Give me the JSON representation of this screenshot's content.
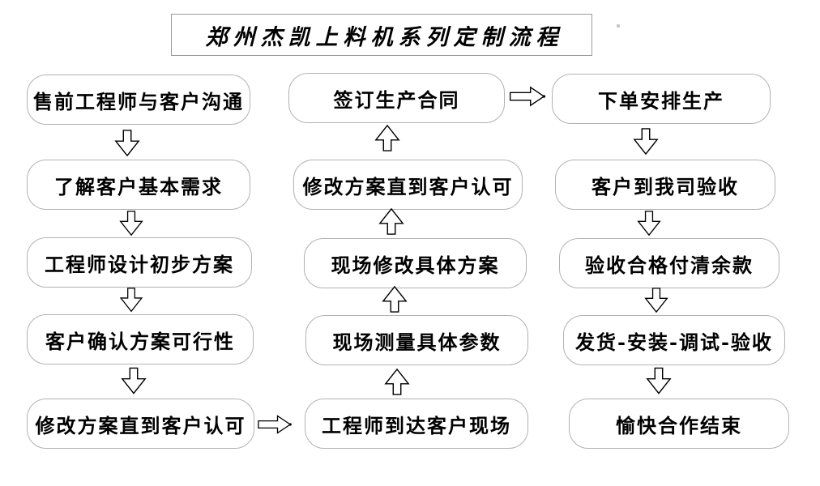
{
  "title": {
    "text": "郑州杰凯上料机系列定制流程"
  },
  "flow": {
    "left_column": [
      {
        "label": "售前工程师与客户沟通"
      },
      {
        "label": "了解客户基本需求"
      },
      {
        "label": "工程师设计初步方案"
      },
      {
        "label": "客户确认方案可行性"
      },
      {
        "label": "修改方案直到客户认可"
      }
    ],
    "middle_column": [
      {
        "label": "签订生产合同"
      },
      {
        "label": "修改方案直到客户认可"
      },
      {
        "label": "现场修改具体方案"
      },
      {
        "label": "现场测量具体参数"
      },
      {
        "label": "工程师到达客户现场"
      }
    ],
    "right_column": [
      {
        "label": "下单安排生产"
      },
      {
        "label": "客户到我司验收"
      },
      {
        "label": "验收合格付清余款"
      },
      {
        "label": "发货-安装-调试-验收"
      },
      {
        "label": "愉快合作结束"
      }
    ],
    "connections": [
      "left-column: top-to-bottom down arrows",
      "left-bottom to middle-bottom: right arrow",
      "middle-column: bottom-to-top up arrows",
      "middle-top to right-top: right arrow",
      "right-column: top-to-bottom down arrows"
    ]
  },
  "colors": {
    "background": "#ffffff",
    "box_fill": "#ffffff",
    "box_border": "#b2b2b2",
    "arrow_outline": "#000000",
    "text": "#000000"
  }
}
